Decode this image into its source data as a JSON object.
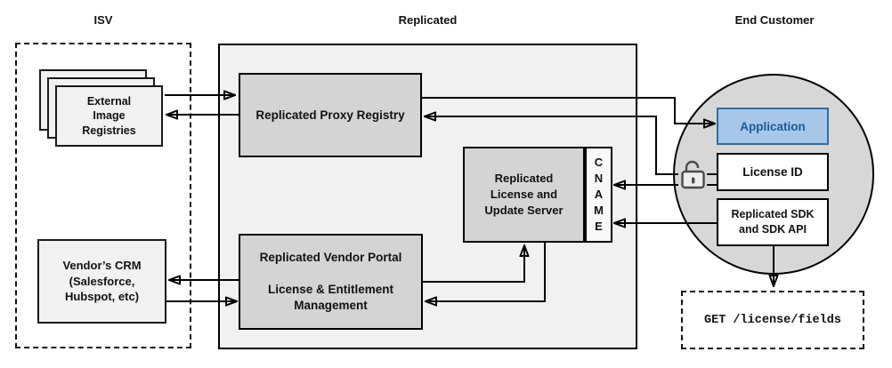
{
  "diagram": {
    "section_labels": {
      "isv": "ISV",
      "replicated": "Replicated",
      "end_customer": "End Customer"
    },
    "nodes": {
      "external_registries": "External\nImage\nRegistries",
      "vendor_crm": "Vendor’s CRM\n(Salesforce,\nHubspot, etc)",
      "proxy_registry": "Replicated Proxy Registry",
      "license_update_server": "Replicated\nLicense and\nUpdate Server",
      "cname": "C\nN\nA\nM\nE",
      "vendor_portal": "Replicated Vendor Portal\n\nLicense & Entitlement\nManagement",
      "application": "Application",
      "license_id": "License ID",
      "replicated_sdk": "Replicated SDK\nand SDK API",
      "get_endpoint": "GET /license/fields"
    },
    "icons": {
      "lock": "open-lock-icon"
    },
    "colors": {
      "replicated_container_fill": "#f1f1f1",
      "gray_node_fill": "#d4d4d4",
      "light_node_fill": "#f1f1f1",
      "circle_fill": "#d7d7d7",
      "application_fill": "#a8c7e8",
      "application_border": "#2e6da4",
      "application_text": "#1a5b9e",
      "line_color": "#000000"
    },
    "connections": [
      {
        "from": "external-image-registries",
        "to": "replicated-proxy-registry"
      },
      {
        "from": "replicated-proxy-registry",
        "to": "external-image-registries"
      },
      {
        "from": "replicated-proxy-registry",
        "to": "application"
      },
      {
        "from": "license-id",
        "to": "replicated-proxy-registry"
      },
      {
        "from": "license-id",
        "to": "cname"
      },
      {
        "from": "replicated-sdk",
        "to": "cname"
      },
      {
        "from": "replicated-sdk",
        "to": "get-license-fields"
      },
      {
        "from": "replicated-vendor-portal",
        "to": "vendors-crm"
      },
      {
        "from": "vendors-crm",
        "to": "replicated-vendor-portal"
      },
      {
        "from": "replicated-vendor-portal",
        "to": "license-update-server"
      },
      {
        "from": "license-update-server",
        "to": "replicated-vendor-portal"
      }
    ]
  }
}
